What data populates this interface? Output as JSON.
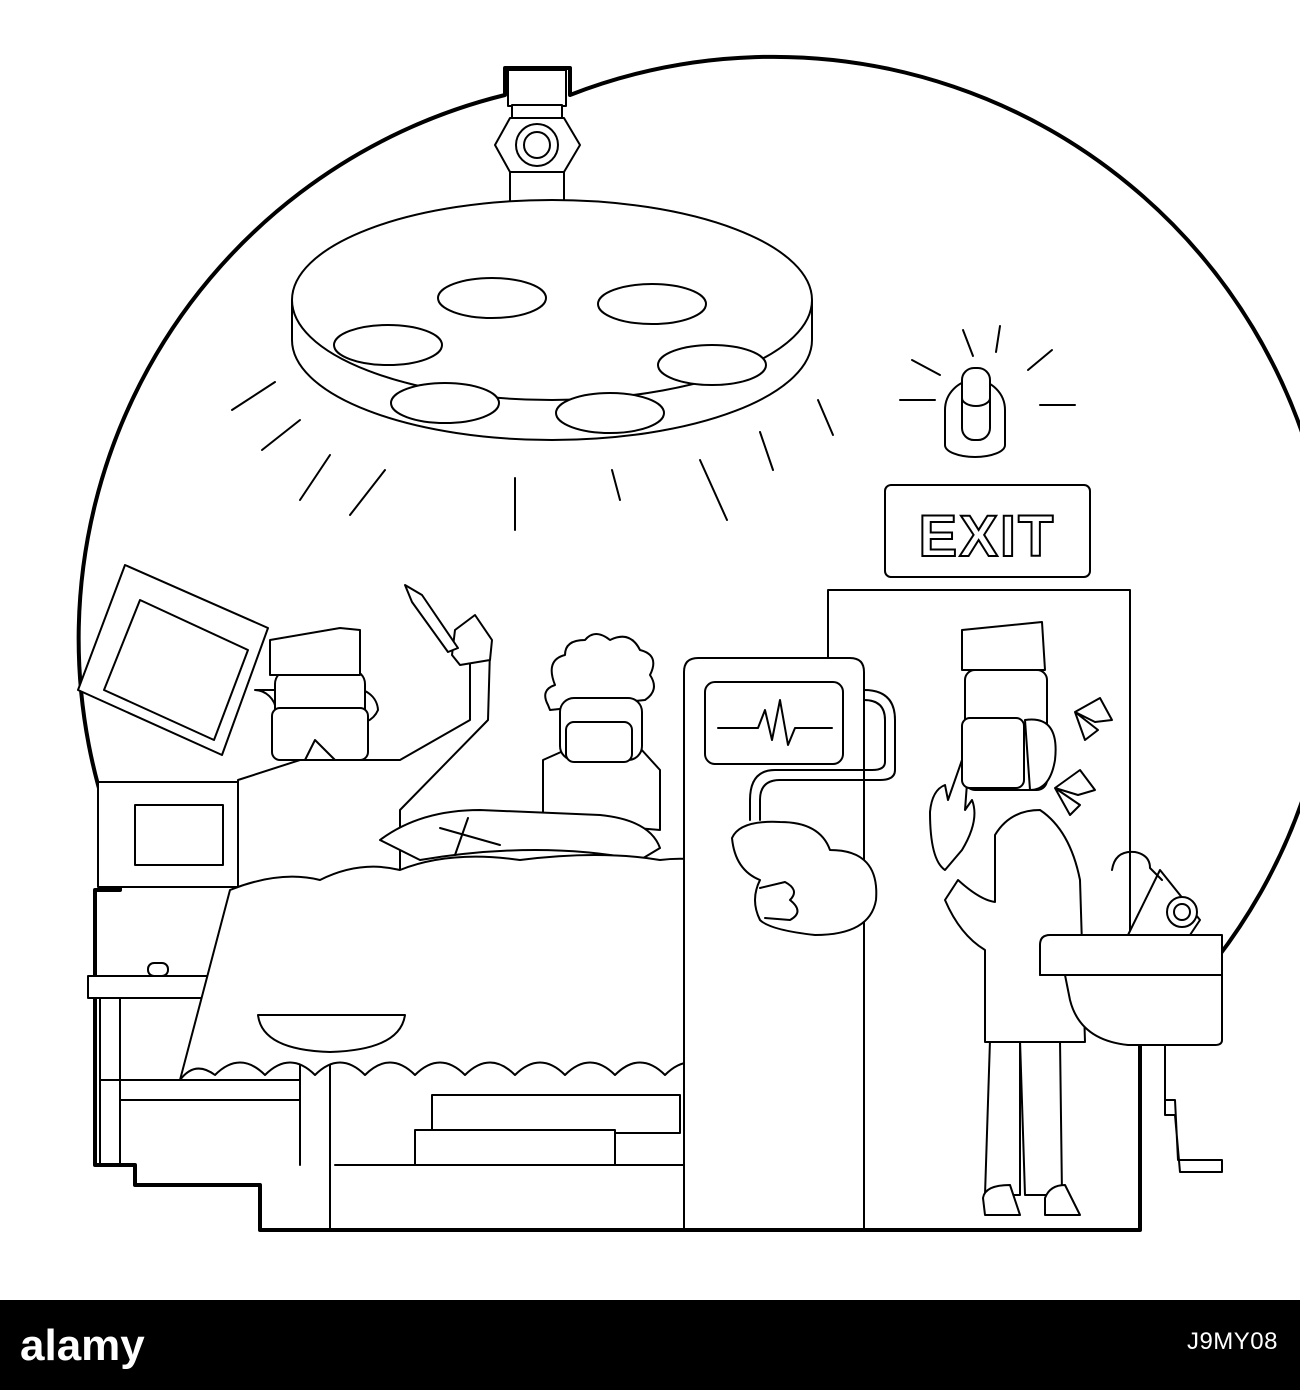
{
  "scene": {
    "exit_sign": {
      "text": "EXIT"
    }
  },
  "footer": {
    "logo_text": "alamy",
    "image_id": "J9MY08"
  },
  "colors": {
    "line": "#000000",
    "background": "#ffffff",
    "footer_bar": "#000000",
    "footer_text": "#ffffff"
  }
}
